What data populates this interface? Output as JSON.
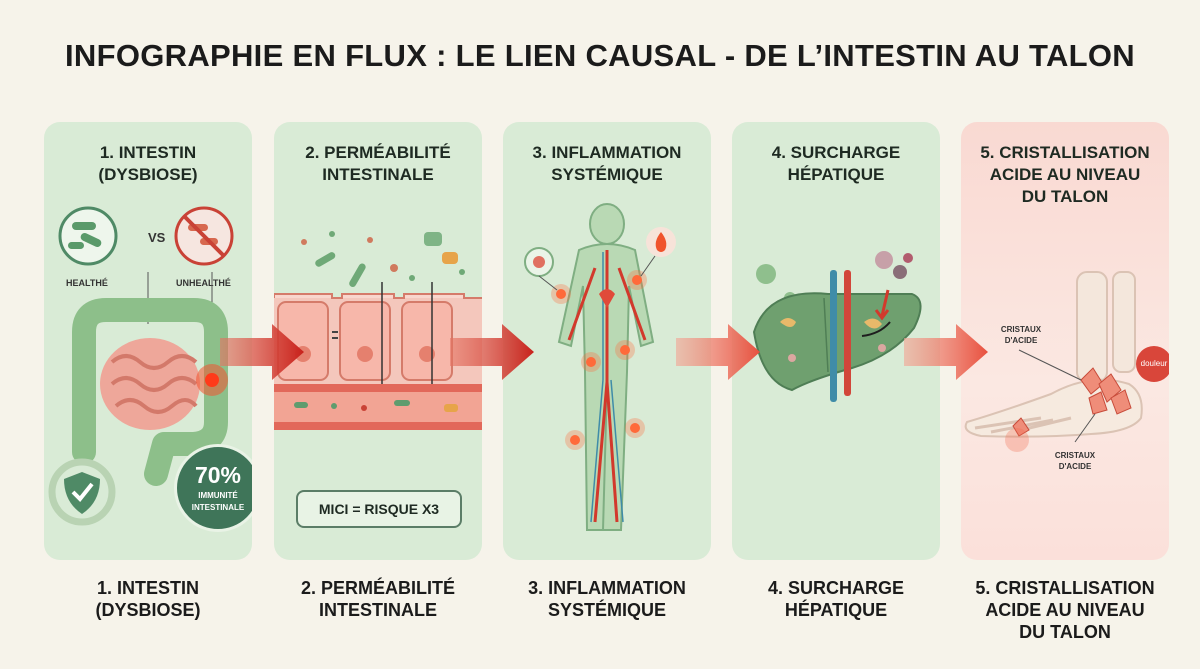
{
  "title": "INFOGRAPHIE EN FLUX : LE LIEN CAUSAL - DE L’INTESTIN AU TALON",
  "panels": [
    {
      "title_line1": "1. INTESTIN",
      "title_line2": "(DYSBIOSE)",
      "label_healthy": "HEALTHÉ",
      "label_unhealthy": "UNHEALTHÉ",
      "vs": "VS",
      "stat_value": "70%",
      "stat_label_line1": "IMMUNITÉ",
      "stat_label_line2": "INTESTINALE"
    },
    {
      "title_line1": "2. PERMÉABILITÉ",
      "title_line2": "INTESTINALE",
      "mici": "MICI = RISQUE X3"
    },
    {
      "title_line1": "3. INFLAMMATION",
      "title_line2": "SYSTÉMIQUE"
    },
    {
      "title_line1": "4. SURCHARGE",
      "title_line2": "HÉPATIQUE"
    },
    {
      "title_line1": "5. CRISTALLISATION",
      "title_line2": "ACIDE AU NIVEAU",
      "title_line3": "DU TALON",
      "crystals_top_line1": "CRISTAUX",
      "crystals_top_line2": "D'ACIDE",
      "crystals_bottom_line1": "CRISTAUX",
      "crystals_bottom_line2": "D'ACIDE",
      "pain": "douleur"
    }
  ],
  "bottom_labels": [
    {
      "line1": "1. INTESTIN",
      "line2": "(DYSBIOSE)"
    },
    {
      "line1": "2. PERMÉABILITÉ",
      "line2": "INTESTINALE"
    },
    {
      "line1": "3. INFLAMMATION",
      "line2": "SYSTÉMIQUE"
    },
    {
      "line1": "4. SURCHARGE",
      "line2": "HÉPATIQUE"
    },
    {
      "line1": "5. CRISTALLISATION",
      "line2": "ACIDE AU NIVEAU",
      "line3": "DU TALON"
    }
  ],
  "colors": {
    "panel": "#d9ebd6",
    "panel_alert": "#f9d9d2",
    "arrow": "#c8221c",
    "accent_green": "#3f7559"
  }
}
